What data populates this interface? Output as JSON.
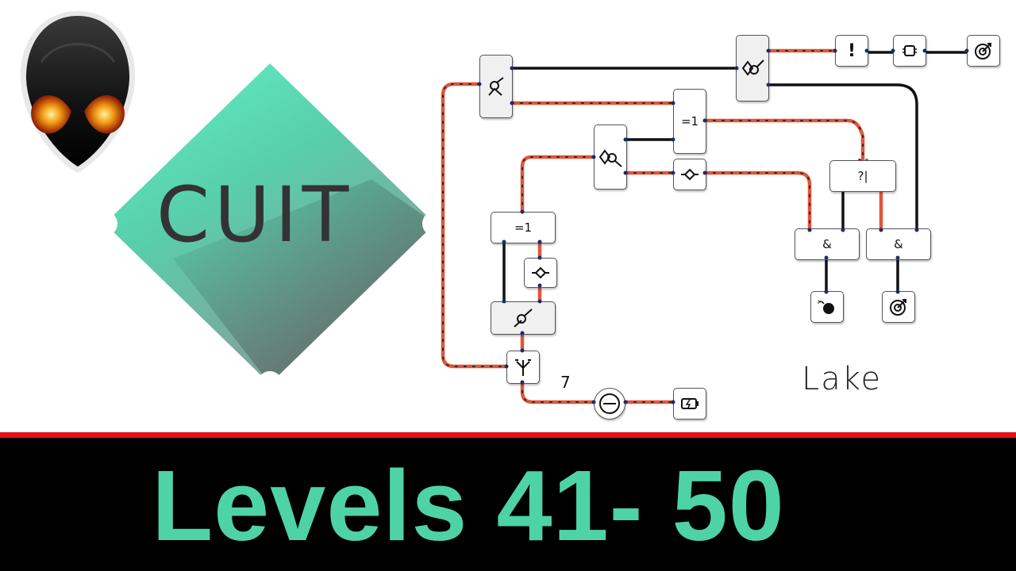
{
  "game": {
    "logo_text": "CUIT",
    "level_name": "Lake",
    "nodes": {
      "xor_top": "=1",
      "xor_left": "=1",
      "unknown_gate": "?|",
      "and_left": "&",
      "and_right": "&",
      "not_gate": "!",
      "pitch_mark": "7"
    }
  },
  "banner": {
    "text": "Levels 41- 50"
  },
  "colors": {
    "accent_teal": "#4ed3a6",
    "wire_active": "#e0563a",
    "wire_idle": "#111111",
    "banner_stripe": "#e3121a"
  },
  "icons": [
    "alien-head-icon",
    "switch-icon",
    "filter-icon",
    "split-icon",
    "source-icon",
    "battery-icon",
    "target-icon",
    "bomb-icon",
    "chip-icon"
  ]
}
